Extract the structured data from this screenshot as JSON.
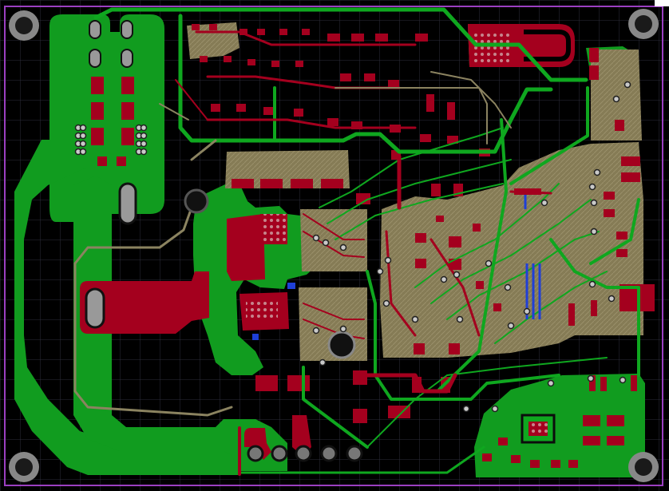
{
  "colors": {
    "background": "#000000",
    "grid": "#2d2d3a",
    "board_outline": "#9b3fc1",
    "copper_top": "#a4001e",
    "copper_bottom": "#119c1f",
    "silk_overlay": "#857b55",
    "via_ring": "#c9c9c9",
    "drill": "#1a1a1a",
    "highlight_blue": "#1f3fd8",
    "white_marker": "#ffffff"
  },
  "layers": [
    "board-outline",
    "grid",
    "bottom-copper",
    "top-copper",
    "traces",
    "vias",
    "mounting-holes"
  ],
  "icons": {
    "mounting_hole": "mount-hole-icon",
    "via": "via-icon"
  }
}
